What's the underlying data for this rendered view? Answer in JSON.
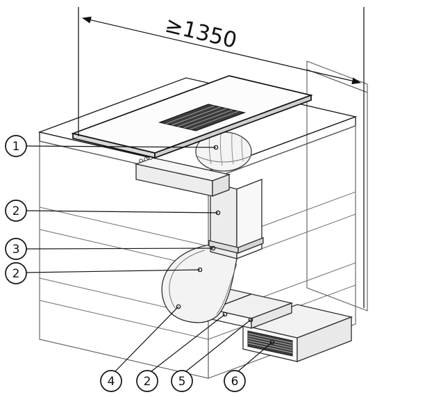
{
  "diagram": {
    "dimension_label": "≥1350",
    "callouts_left": [
      {
        "label": "1"
      },
      {
        "label": "2"
      },
      {
        "label": "3"
      },
      {
        "label": "2"
      }
    ],
    "callouts_bottom": [
      {
        "label": "4"
      },
      {
        "label": "2"
      },
      {
        "label": "5"
      },
      {
        "label": "6"
      }
    ],
    "colors": {
      "line": "#1a1a1a",
      "dark_fill": "#3c3c3c",
      "light_fill": "#f4f4f4",
      "background": "#ffffff"
    }
  }
}
